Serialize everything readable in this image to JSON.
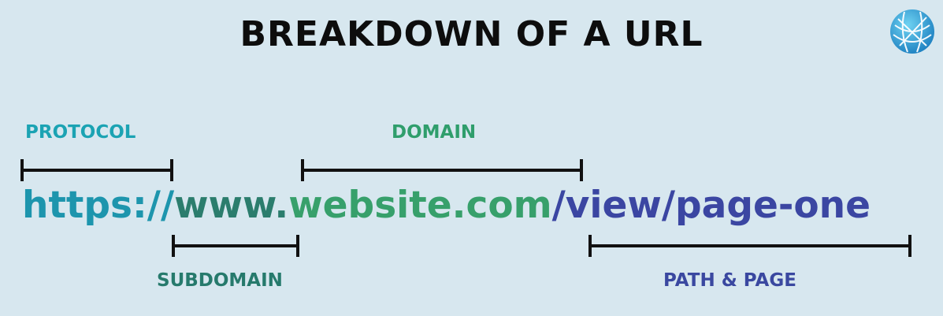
{
  "title": "BREAKDOWN OF A URL",
  "logo_icon": "globe-logo-icon",
  "labels": {
    "protocol": "PROTOCOL",
    "domain": "DOMAIN",
    "subdomain": "SUBDOMAIN",
    "path": "PATH & PAGE"
  },
  "url_parts": {
    "protocol": "https://",
    "subdomain": "www.",
    "domain": "website.com",
    "path": "/view/page-one"
  },
  "colors": {
    "background": "#d7e7ef",
    "title": "#0d0d0d",
    "protocol": "#1d95ad",
    "subdomain": "#2b7d6d",
    "domain": "#37a06b",
    "path": "#3b46a2",
    "bracket": "#111111"
  }
}
